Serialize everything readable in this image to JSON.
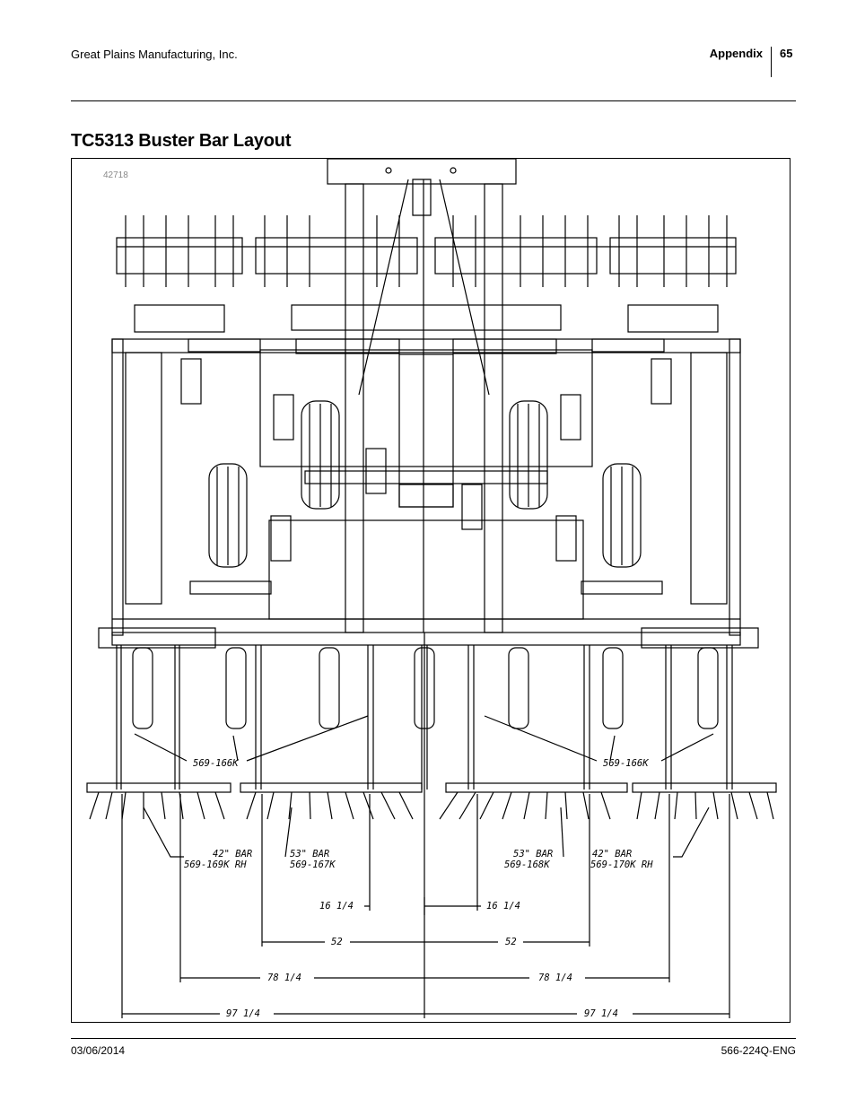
{
  "header": {
    "company": "Great Plains Manufacturing, Inc.",
    "section": "Appendix",
    "page_number": "65"
  },
  "title": "TC5313 Buster Bar Layout",
  "figure": {
    "figure_id": "42718",
    "callouts": {
      "tine_part_left": "569-166K",
      "tine_part_right": "569-166K",
      "bar_42_left_size": "42\" BAR",
      "bar_42_left_part": "569-169K RH",
      "bar_53_left_size": "53\" BAR",
      "bar_53_left_part": "569-167K",
      "bar_53_right_size": "53\" BAR",
      "bar_53_right_part": "569-168K",
      "bar_42_right_size": "42\" BAR",
      "bar_42_right_part": "569-170K RH"
    },
    "dimensions": {
      "d16_left": "16 1/4",
      "d16_right": "16 1/4",
      "d52_left": "52",
      "d52_right": "52",
      "d78_left": "78 1/4",
      "d78_right": "78 1/4",
      "d97_left": "97 1/4",
      "d97_right": "97 1/4"
    }
  },
  "footer": {
    "date": "03/06/2014",
    "doc_number": "566-224Q-ENG"
  }
}
